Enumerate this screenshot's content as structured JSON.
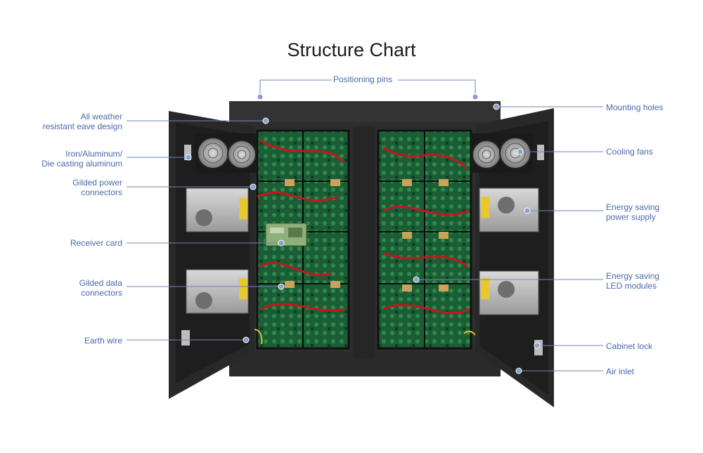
{
  "title": "Structure Chart",
  "labels": {
    "positioning_pins": "Positioning pins",
    "all_weather_1": "All weather",
    "all_weather_2": "resistant eave design",
    "iron_1": "Iron/Aluminum/",
    "iron_2": "Die casting aluminum",
    "gilded_power_1": "Gilded power",
    "gilded_power_2": "connectors",
    "receiver_card": "Receiver card",
    "gilded_data_1": "Gilded data",
    "gilded_data_2": "connectors",
    "earth_wire": "Earth wire",
    "mounting_holes": "Mounting holes",
    "cooling_fans": "Cooling fans",
    "energy_power_1": "Energy saving",
    "energy_power_2": "power supply",
    "energy_led_1": "Energy saving",
    "energy_led_2": "LED modules",
    "cabinet_lock": "Cabinet lock",
    "air_inlet": "Air inlet"
  },
  "colors": {
    "callout": "#6f86b8",
    "cabinet": "#2b2b2b",
    "door": "#262626",
    "pcb": "#1f6b3c",
    "cable": "#c8141c"
  }
}
